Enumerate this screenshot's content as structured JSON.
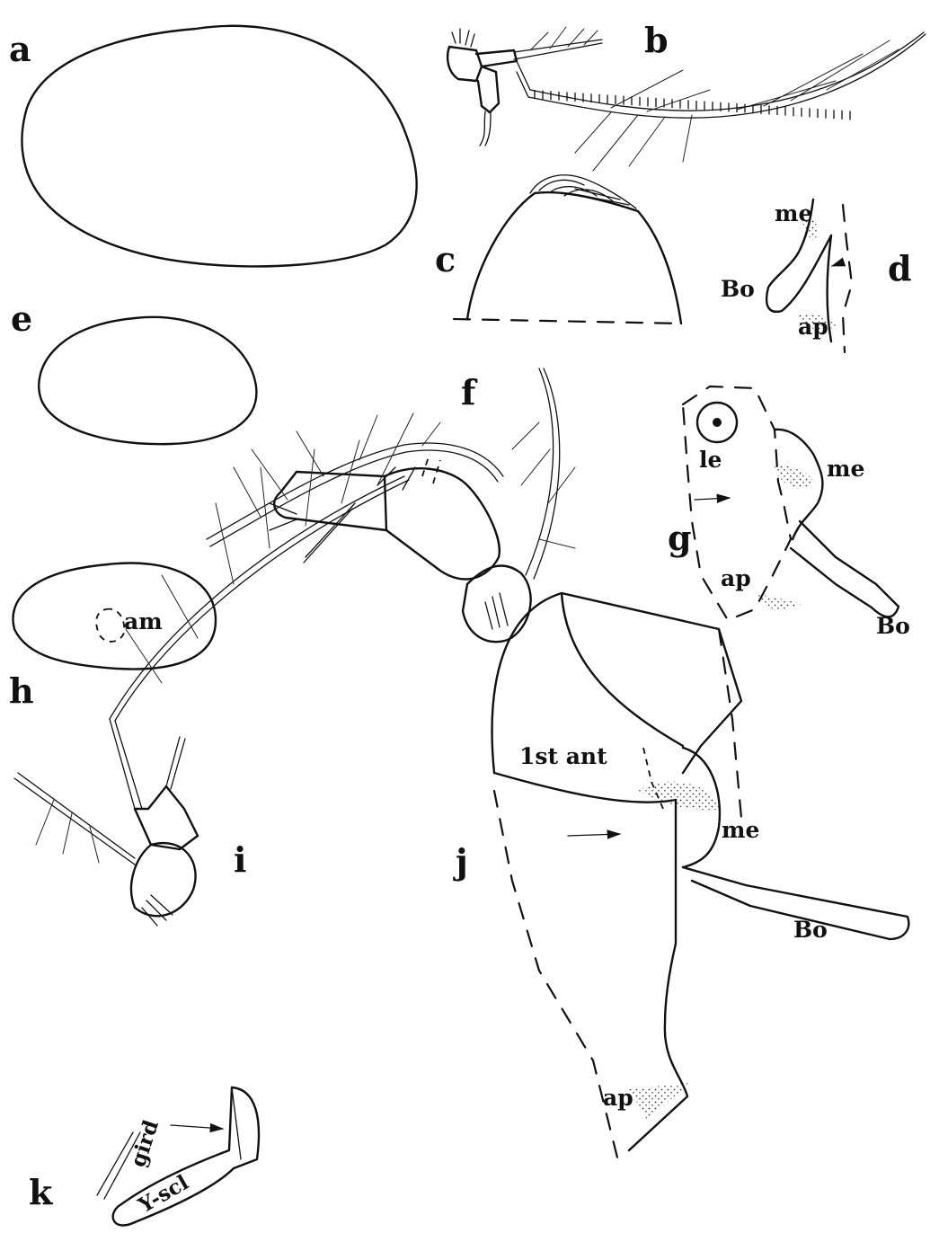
{
  "panels": {
    "a": "a",
    "b": "b",
    "c": "c",
    "d": "d",
    "e": "e",
    "f": "f",
    "g": "g",
    "h": "h",
    "i": "i",
    "j": "j",
    "k": "k"
  },
  "labels": {
    "d_me": "me",
    "d_bo": "Bo",
    "d_ap": "ap",
    "g_le": "le",
    "g_me": "me",
    "g_ap": "ap",
    "g_bo": "Bo",
    "h_am": "am",
    "j_first_ant": "1st ant",
    "j_me": "me",
    "j_bo": "Bo",
    "j_ap": "ap",
    "k_gird": "gird",
    "k_yscl": "Y-scl"
  }
}
